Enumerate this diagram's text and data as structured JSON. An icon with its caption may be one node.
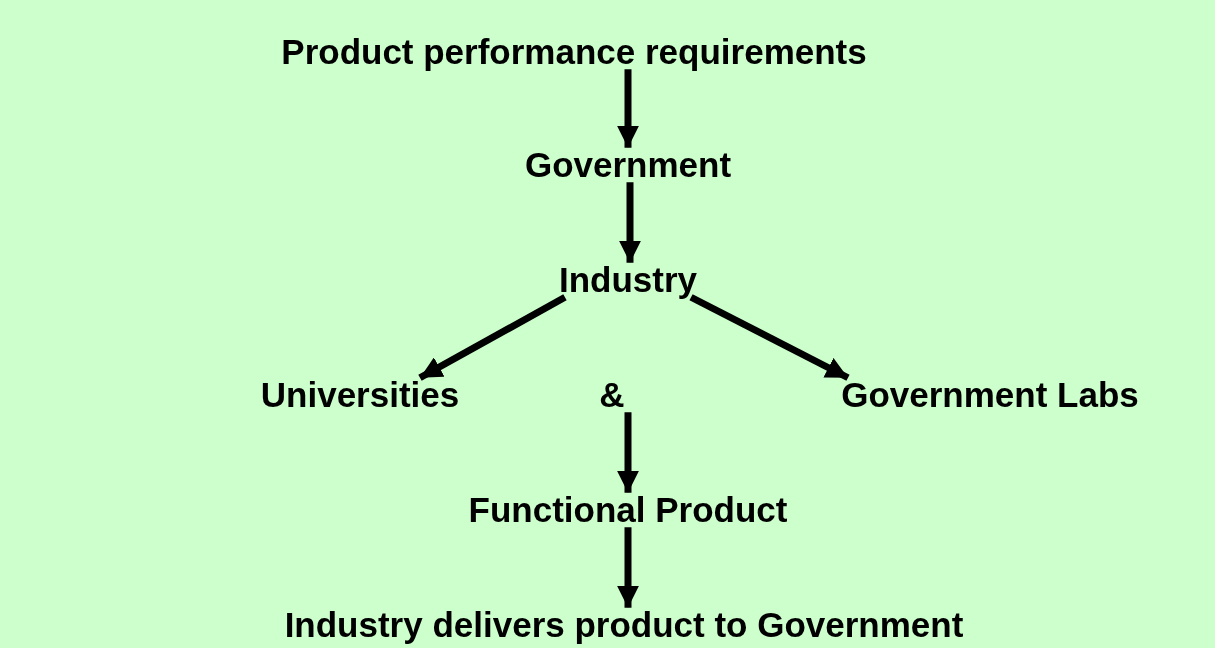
{
  "diagram": {
    "nodes": [
      {
        "text": [
          "Product performance requirements"
        ]
      },
      {
        "text": [
          "Government"
        ]
      },
      {
        "text": [
          "Industry"
        ]
      },
      {
        "text": [
          "Universities"
        ]
      },
      {
        "text": [
          "&"
        ]
      },
      {
        "text": [
          "Government Labs"
        ]
      },
      {
        "text": [
          "Functional Product"
        ]
      },
      {
        "text": [
          "Industry delivers product to Government"
        ]
      }
    ],
    "edges": [
      {
        "from": 0,
        "to": 1,
        "arrow": "to"
      },
      {
        "from": 1,
        "to": 2,
        "arrow": "to"
      },
      {
        "from": 2,
        "to": 3,
        "arrow": "to"
      },
      {
        "from": 2,
        "to": 5,
        "arrow": "to"
      },
      {
        "from": 4,
        "to": 6,
        "arrow": "to"
      },
      {
        "from": 6,
        "to": 7,
        "arrow": "to"
      }
    ]
  }
}
